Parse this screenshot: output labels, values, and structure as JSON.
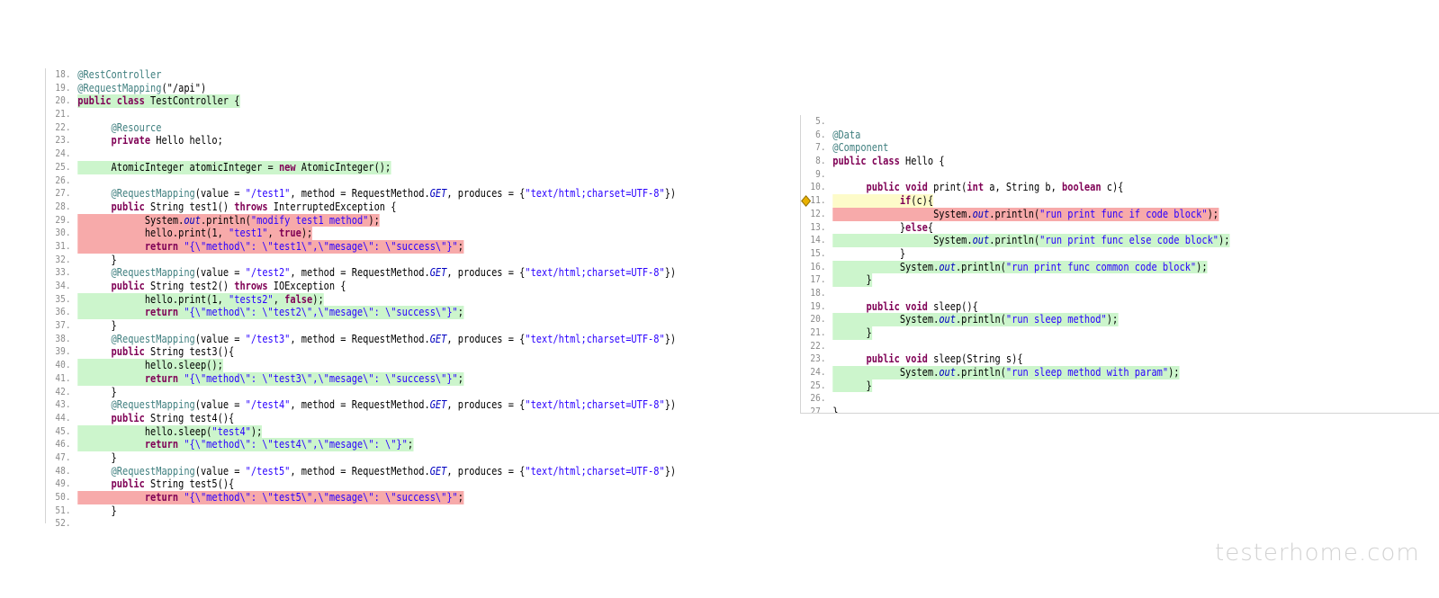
{
  "left_editor": {
    "lines": [
      {
        "n": "18.",
        "hl": "",
        "t": [
          [
            "an",
            "@RestController"
          ]
        ]
      },
      {
        "n": "19.",
        "hl": "",
        "t": [
          [
            "an",
            "@RequestMapping"
          ],
          [
            "",
            "(\"/api\")"
          ]
        ]
      },
      {
        "n": "20.",
        "hl": "green",
        "t": [
          [
            "kw",
            "public class"
          ],
          [
            "",
            " TestController {"
          ]
        ]
      },
      {
        "n": "21.",
        "hl": "",
        "t": []
      },
      {
        "n": "22.",
        "hl": "",
        "t": [
          [
            "",
            "      "
          ],
          [
            "an",
            "@Resource"
          ]
        ]
      },
      {
        "n": "23.",
        "hl": "",
        "t": [
          [
            "",
            "      "
          ],
          [
            "kw",
            "private"
          ],
          [
            "",
            " Hello hello;"
          ]
        ]
      },
      {
        "n": "24.",
        "hl": "",
        "t": []
      },
      {
        "n": "25.",
        "hl": "green",
        "t": [
          [
            "",
            "      AtomicInteger atomicInteger = "
          ],
          [
            "kw",
            "new"
          ],
          [
            "",
            " AtomicInteger();"
          ]
        ]
      },
      {
        "n": "26.",
        "hl": "",
        "t": []
      },
      {
        "n": "27.",
        "hl": "",
        "t": [
          [
            "",
            "      "
          ],
          [
            "an",
            "@RequestMapping"
          ],
          [
            "",
            "(value = "
          ],
          [
            "str",
            "\"/test1\""
          ],
          [
            "",
            ", method = RequestMethod."
          ],
          [
            "fld",
            "GET"
          ],
          [
            "",
            ", produces = {"
          ],
          [
            "str",
            "\"text/html;charset=UTF-8\""
          ],
          [
            "",
            "})"
          ]
        ]
      },
      {
        "n": "28.",
        "hl": "",
        "t": [
          [
            "",
            "      "
          ],
          [
            "kw",
            "public"
          ],
          [
            "",
            " String test1() "
          ],
          [
            "kw",
            "throws"
          ],
          [
            "",
            " InterruptedException {"
          ]
        ]
      },
      {
        "n": "29.",
        "hl": "red",
        "t": [
          [
            "",
            "            System."
          ],
          [
            "fld",
            "out"
          ],
          [
            "",
            ".println("
          ],
          [
            "str",
            "\"modify test1 method\""
          ],
          [
            "",
            ");"
          ]
        ]
      },
      {
        "n": "30.",
        "hl": "red",
        "t": [
          [
            "",
            "            hello.print(1, "
          ],
          [
            "str",
            "\"test1\""
          ],
          [
            "",
            ", "
          ],
          [
            "kw",
            "true"
          ],
          [
            "",
            ");"
          ]
        ]
      },
      {
        "n": "31.",
        "hl": "red",
        "t": [
          [
            "",
            "            "
          ],
          [
            "kw",
            "return"
          ],
          [
            "",
            ""
          ],
          [
            "str",
            " \"{\\\"method\\\": \\\"test1\\\",\\\"mesage\\\": \\\"success\\\"}\""
          ],
          [
            "",
            ";"
          ]
        ]
      },
      {
        "n": "32.",
        "hl": "",
        "t": [
          [
            "",
            "      }"
          ]
        ]
      },
      {
        "n": "33.",
        "hl": "",
        "t": [
          [
            "",
            "      "
          ],
          [
            "an",
            "@RequestMapping"
          ],
          [
            "",
            "(value = "
          ],
          [
            "str",
            "\"/test2\""
          ],
          [
            "",
            ", method = RequestMethod."
          ],
          [
            "fld",
            "GET"
          ],
          [
            "",
            ", produces = {"
          ],
          [
            "str",
            "\"text/html;charset=UTF-8\""
          ],
          [
            "",
            "})"
          ]
        ]
      },
      {
        "n": "34.",
        "hl": "",
        "t": [
          [
            "",
            "      "
          ],
          [
            "kw",
            "public"
          ],
          [
            "",
            " String test2() "
          ],
          [
            "kw",
            "throws"
          ],
          [
            "",
            " IOException {"
          ]
        ]
      },
      {
        "n": "35.",
        "hl": "green",
        "t": [
          [
            "",
            "            hello.print(1, "
          ],
          [
            "str",
            "\"tests2\""
          ],
          [
            "",
            ", "
          ],
          [
            "kw",
            "false"
          ],
          [
            "",
            ");"
          ]
        ]
      },
      {
        "n": "36.",
        "hl": "green",
        "t": [
          [
            "",
            "            "
          ],
          [
            "kw",
            "return"
          ],
          [
            "str",
            " \"{\\\"method\\\": \\\"test2\\\",\\\"mesage\\\": \\\"success\\\"}\""
          ],
          [
            "",
            ";"
          ]
        ]
      },
      {
        "n": "37.",
        "hl": "",
        "t": [
          [
            "",
            "      }"
          ]
        ]
      },
      {
        "n": "38.",
        "hl": "",
        "t": [
          [
            "",
            "      "
          ],
          [
            "an",
            "@RequestMapping"
          ],
          [
            "",
            "(value = "
          ],
          [
            "str",
            "\"/test3\""
          ],
          [
            "",
            ", method = RequestMethod."
          ],
          [
            "fld",
            "GET"
          ],
          [
            "",
            ", produces = {"
          ],
          [
            "str",
            "\"text/html;charset=UTF-8\""
          ],
          [
            "",
            "})"
          ]
        ]
      },
      {
        "n": "39.",
        "hl": "",
        "t": [
          [
            "",
            "      "
          ],
          [
            "kw",
            "public"
          ],
          [
            "",
            " String test3(){"
          ]
        ]
      },
      {
        "n": "40.",
        "hl": "green",
        "t": [
          [
            "",
            "            hello.sleep();"
          ]
        ]
      },
      {
        "n": "41.",
        "hl": "green",
        "t": [
          [
            "",
            "            "
          ],
          [
            "kw",
            "return"
          ],
          [
            "str",
            " \"{\\\"method\\\": \\\"test3\\\",\\\"mesage\\\": \\\"success\\\"}\""
          ],
          [
            "",
            ";"
          ]
        ]
      },
      {
        "n": "42.",
        "hl": "",
        "t": [
          [
            "",
            "      }"
          ]
        ]
      },
      {
        "n": "43.",
        "hl": "",
        "t": [
          [
            "",
            "      "
          ],
          [
            "an",
            "@RequestMapping"
          ],
          [
            "",
            "(value = "
          ],
          [
            "str",
            "\"/test4\""
          ],
          [
            "",
            ", method = RequestMethod."
          ],
          [
            "fld",
            "GET"
          ],
          [
            "",
            ", produces = {"
          ],
          [
            "str",
            "\"text/html;charset=UTF-8\""
          ],
          [
            "",
            "})"
          ]
        ]
      },
      {
        "n": "44.",
        "hl": "",
        "t": [
          [
            "",
            "      "
          ],
          [
            "kw",
            "public"
          ],
          [
            "",
            " String test4(){"
          ]
        ]
      },
      {
        "n": "45.",
        "hl": "green",
        "t": [
          [
            "",
            "            hello.sleep("
          ],
          [
            "str",
            "\"test4\""
          ],
          [
            "",
            ");"
          ]
        ]
      },
      {
        "n": "46.",
        "hl": "green",
        "t": [
          [
            "",
            "            "
          ],
          [
            "kw",
            "return"
          ],
          [
            "str",
            " \"{\\\"method\\\": \\\"test4\\\",\\\"mesage\\\": \\\"}\""
          ],
          [
            "",
            ";"
          ]
        ]
      },
      {
        "n": "47.",
        "hl": "",
        "t": [
          [
            "",
            "      }"
          ]
        ]
      },
      {
        "n": "48.",
        "hl": "",
        "t": [
          [
            "",
            "      "
          ],
          [
            "an",
            "@RequestMapping"
          ],
          [
            "",
            "(value = "
          ],
          [
            "str",
            "\"/test5\""
          ],
          [
            "",
            ", method = RequestMethod."
          ],
          [
            "fld",
            "GET"
          ],
          [
            "",
            ", produces = {"
          ],
          [
            "str",
            "\"text/html;charset=UTF-8\""
          ],
          [
            "",
            "})"
          ]
        ]
      },
      {
        "n": "49.",
        "hl": "",
        "t": [
          [
            "",
            "      "
          ],
          [
            "kw",
            "public"
          ],
          [
            "",
            " String test5(){"
          ]
        ]
      },
      {
        "n": "50.",
        "hl": "red",
        "t": [
          [
            "",
            "            "
          ],
          [
            "kw",
            "return"
          ],
          [
            "str",
            " \"{\\\"method\\\": \\\"test5\\\",\\\"mesage\\\": \\\"success\\\"}\""
          ],
          [
            "",
            ";"
          ]
        ]
      },
      {
        "n": "51.",
        "hl": "",
        "t": [
          [
            "",
            "      }"
          ]
        ]
      },
      {
        "n": "52.",
        "hl": "",
        "t": []
      }
    ]
  },
  "right_editor": {
    "lines": [
      {
        "n": "5.",
        "hl": "",
        "t": []
      },
      {
        "n": "6.",
        "hl": "",
        "t": [
          [
            "an",
            "@Data"
          ]
        ]
      },
      {
        "n": "7.",
        "hl": "",
        "t": [
          [
            "an",
            "@Component"
          ]
        ]
      },
      {
        "n": "8.",
        "hl": "",
        "t": [
          [
            "kw",
            "public class"
          ],
          [
            "",
            " Hello {"
          ]
        ]
      },
      {
        "n": "9.",
        "hl": "",
        "t": []
      },
      {
        "n": "10.",
        "hl": "",
        "t": [
          [
            "",
            "      "
          ],
          [
            "kw",
            "public void"
          ],
          [
            "",
            " print("
          ],
          [
            "kw",
            "int"
          ],
          [
            "",
            " a, String b, "
          ],
          [
            "kw",
            "boolean"
          ],
          [
            "",
            " c){"
          ]
        ]
      },
      {
        "n": "11.",
        "hl": "yellow",
        "marker": true,
        "t": [
          [
            "",
            "            "
          ],
          [
            "kw",
            "if"
          ],
          [
            "",
            "(c){"
          ]
        ]
      },
      {
        "n": "12.",
        "hl": "red",
        "t": [
          [
            "",
            "                  System."
          ],
          [
            "fld",
            "out"
          ],
          [
            "",
            ".println("
          ],
          [
            "str",
            "\"run print func if code block\""
          ],
          [
            "",
            ");"
          ]
        ]
      },
      {
        "n": "13.",
        "hl": "",
        "t": [
          [
            "",
            "            }"
          ],
          [
            "kw",
            "else"
          ],
          [
            "",
            "{"
          ]
        ]
      },
      {
        "n": "14.",
        "hl": "green",
        "t": [
          [
            "",
            "                  System."
          ],
          [
            "fld",
            "out"
          ],
          [
            "",
            ".println("
          ],
          [
            "str",
            "\"run print func else code block\""
          ],
          [
            "",
            ");"
          ]
        ]
      },
      {
        "n": "15.",
        "hl": "",
        "t": [
          [
            "",
            "            }"
          ]
        ]
      },
      {
        "n": "16.",
        "hl": "green",
        "t": [
          [
            "",
            "            System."
          ],
          [
            "fld",
            "out"
          ],
          [
            "",
            ".println("
          ],
          [
            "str",
            "\"run print func common code block\""
          ],
          [
            "",
            ");"
          ]
        ]
      },
      {
        "n": "17.",
        "hl": "green",
        "t": [
          [
            "",
            "      }"
          ]
        ]
      },
      {
        "n": "18.",
        "hl": "",
        "t": []
      },
      {
        "n": "19.",
        "hl": "",
        "t": [
          [
            "",
            "      "
          ],
          [
            "kw",
            "public void"
          ],
          [
            "",
            " sleep(){"
          ]
        ]
      },
      {
        "n": "20.",
        "hl": "green",
        "t": [
          [
            "",
            "            System."
          ],
          [
            "fld",
            "out"
          ],
          [
            "",
            ".println("
          ],
          [
            "str",
            "\"run sleep method\""
          ],
          [
            "",
            ");"
          ]
        ]
      },
      {
        "n": "21.",
        "hl": "green",
        "t": [
          [
            "",
            "      }"
          ]
        ]
      },
      {
        "n": "22.",
        "hl": "",
        "t": []
      },
      {
        "n": "23.",
        "hl": "",
        "t": [
          [
            "",
            "      "
          ],
          [
            "kw",
            "public void"
          ],
          [
            "",
            " sleep(String s){"
          ]
        ]
      },
      {
        "n": "24.",
        "hl": "green",
        "t": [
          [
            "",
            "            System."
          ],
          [
            "fld",
            "out"
          ],
          [
            "",
            ".println("
          ],
          [
            "str",
            "\"run sleep method with param\""
          ],
          [
            "",
            ");"
          ]
        ]
      },
      {
        "n": "25.",
        "hl": "green",
        "t": [
          [
            "",
            "      }"
          ]
        ]
      },
      {
        "n": "26.",
        "hl": "",
        "t": []
      },
      {
        "n": "27.",
        "hl": "",
        "t": [
          [
            "",
            "}"
          ]
        ]
      }
    ]
  },
  "watermark": "testerhome.com"
}
